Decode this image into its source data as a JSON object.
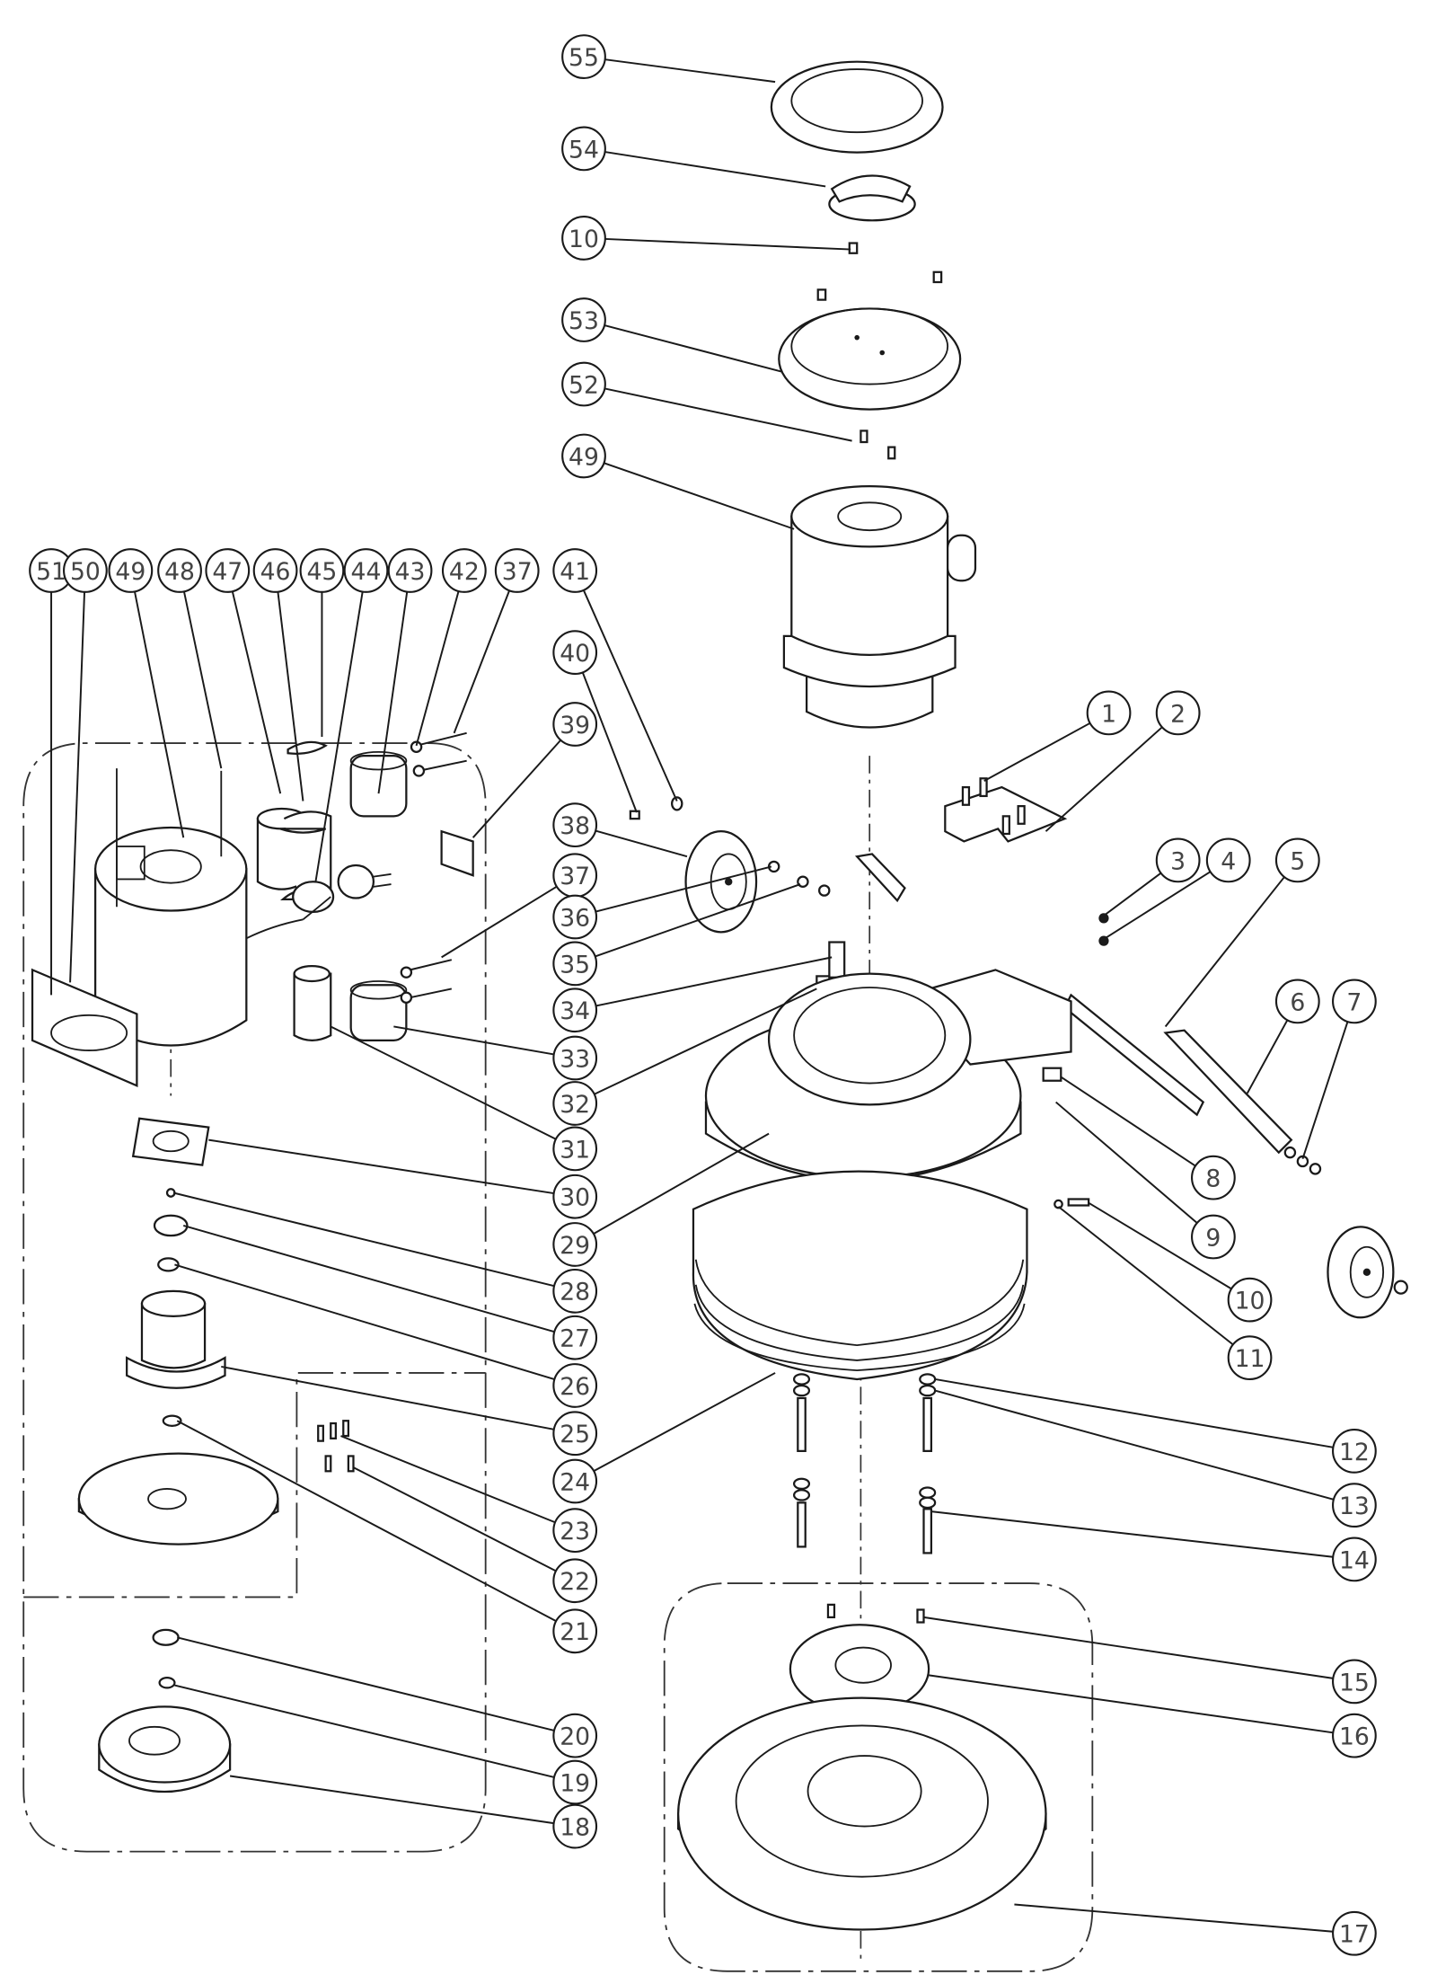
{
  "diagram": {
    "type": "exploded-parts-view",
    "line_color": "#1a1a1a",
    "callouts": [
      "55",
      "54",
      "10",
      "53",
      "52",
      "49",
      "51",
      "50",
      "49",
      "48",
      "47",
      "46",
      "45",
      "44",
      "43",
      "42",
      "37",
      "41",
      "40",
      "39",
      "38",
      "37",
      "36",
      "35",
      "34",
      "33",
      "32",
      "31",
      "30",
      "29",
      "28",
      "27",
      "26",
      "25",
      "24",
      "23",
      "22",
      "21",
      "20",
      "19",
      "18",
      "1",
      "2",
      "3",
      "4",
      "5",
      "6",
      "7",
      "8",
      "9",
      "10",
      "11",
      "12",
      "13",
      "14",
      "15",
      "16",
      "17"
    ]
  }
}
